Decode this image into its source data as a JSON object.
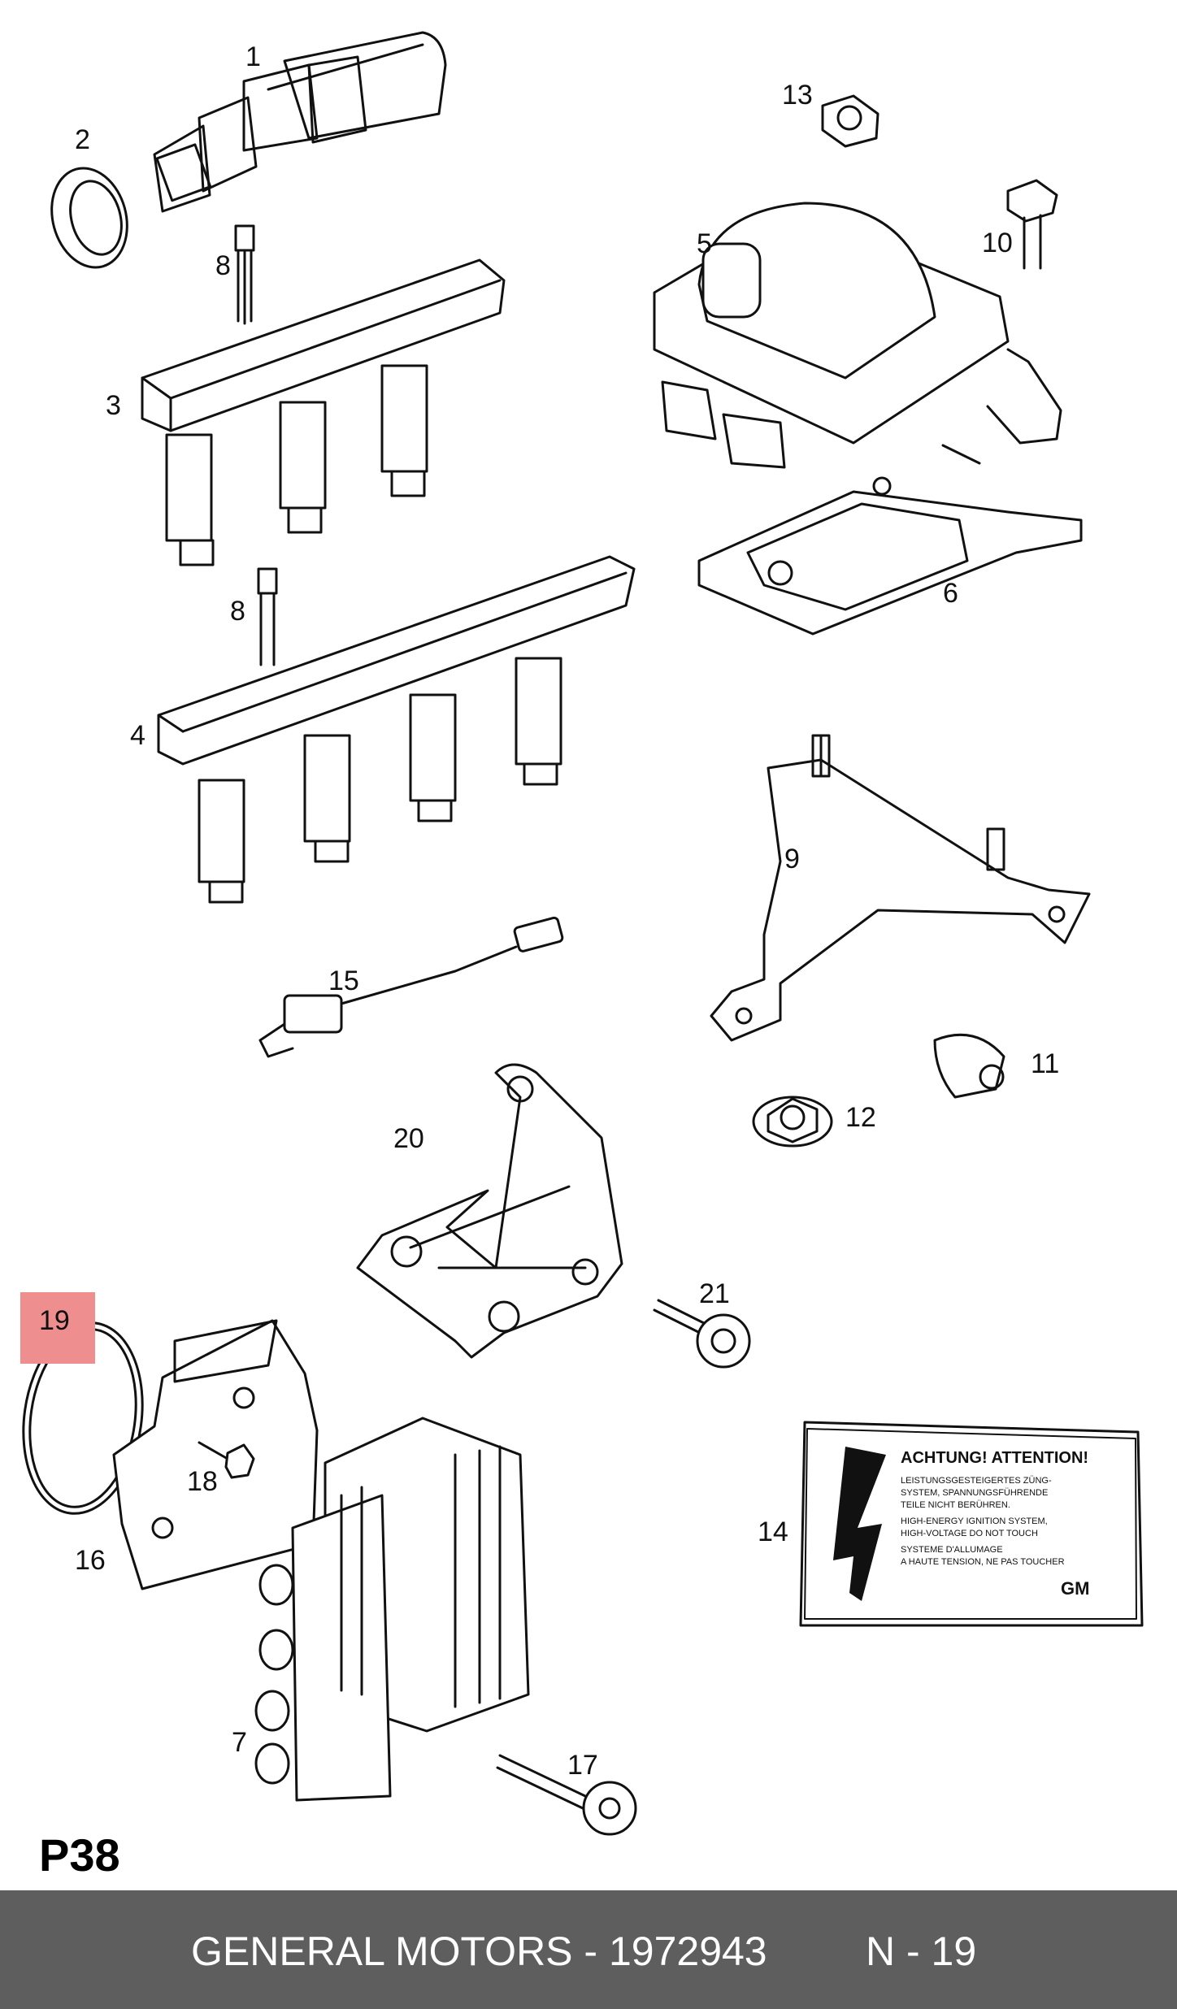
{
  "callouts": {
    "c1": "1",
    "c2": "2",
    "c3": "3",
    "c4": "4",
    "c5": "5",
    "c6": "6",
    "c7": "7",
    "c8a": "8",
    "c8b": "8",
    "c9": "9",
    "c10": "10",
    "c11": "11",
    "c12": "12",
    "c13": "13",
    "c14": "14",
    "c15": "15",
    "c16": "16",
    "c17": "17",
    "c18": "18",
    "c19": "19",
    "c20": "20",
    "c21": "21"
  },
  "highlight": {
    "callout": "19",
    "color": "#ef8e8e"
  },
  "warning_label": {
    "heading": "ACHTUNG! ATTENTION!",
    "line1": "LEISTUNGSGESTEIGERTES ZÜNG-",
    "line2": "SYSTEM, SPANNUNGSFÜHRENDE",
    "line3": "TEILE NICHT BERÜHREN.",
    "line4": "HIGH-ENERGY IGNITION SYSTEM,",
    "line5": "HIGH-VOLTAGE DO NOT TOUCH",
    "line6": "SYSTEME D'ALLUMAGE",
    "line7": "A HAUTE TENSION, NE PAS TOUCHER",
    "logo": "GM"
  },
  "page_code": "P38",
  "footer": {
    "part": "GENERAL MOTORS - 1972943",
    "ref": "N - 19",
    "background": "#5e5e5e"
  }
}
